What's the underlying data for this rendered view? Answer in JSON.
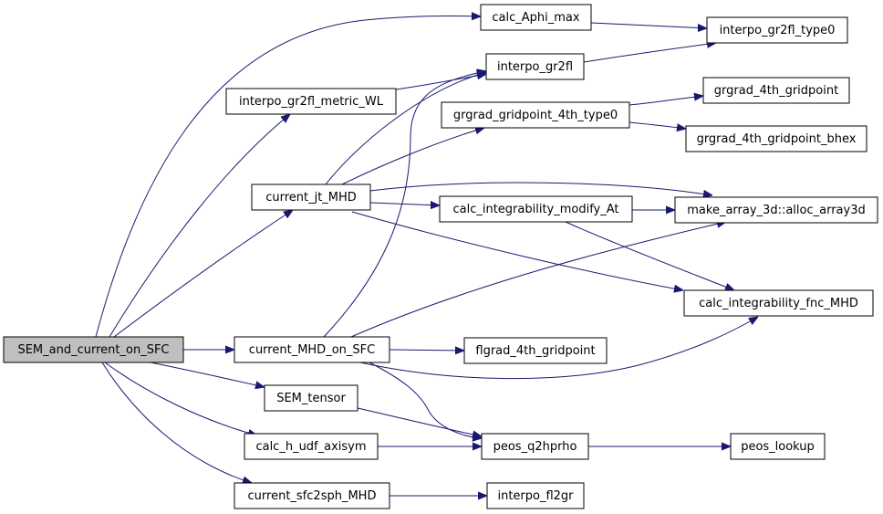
{
  "graph": {
    "nodes": {
      "sem_and_current_on_sfc": "SEM_and_current_on_SFC",
      "calc_aphi_max": "calc_Aphi_max",
      "interpo_gr2fl_type0": "interpo_gr2fl_type0",
      "interpo_gr2fl": "interpo_gr2fl",
      "interpo_gr2fl_metric_wl": "interpo_gr2fl_metric_WL",
      "grgrad_gridpoint_4th_type0": "grgrad_gridpoint_4th_type0",
      "grgrad_4th_gridpoint": "grgrad_4th_gridpoint",
      "grgrad_4th_gridpoint_bhex": "grgrad_4th_gridpoint_bhex",
      "current_jt_mhd": "current_jt_MHD",
      "calc_integrability_modify_at": "calc_integrability_modify_At",
      "make_array_3d_alloc_array3d": "make_array_3d::alloc_array3d",
      "calc_integrability_fnc_mhd": "calc_integrability_fnc_MHD",
      "current_mhd_on_sfc": "current_MHD_on_SFC",
      "flgrad_4th_gridpoint": "flgrad_4th_gridpoint",
      "sem_tensor": "SEM_tensor",
      "calc_h_udf_axisym": "calc_h_udf_axisym",
      "peos_q2hprho": "peos_q2hprho",
      "peos_lookup": "peos_lookup",
      "current_sfc2sph_mhd": "current_sfc2sph_MHD",
      "interpo_fl2gr": "interpo_fl2gr"
    },
    "edges": [
      [
        "sem_and_current_on_sfc",
        "calc_aphi_max"
      ],
      [
        "sem_and_current_on_sfc",
        "interpo_gr2fl_metric_wl"
      ],
      [
        "sem_and_current_on_sfc",
        "current_jt_mhd"
      ],
      [
        "sem_and_current_on_sfc",
        "current_mhd_on_sfc"
      ],
      [
        "sem_and_current_on_sfc",
        "sem_tensor"
      ],
      [
        "sem_and_current_on_sfc",
        "calc_h_udf_axisym"
      ],
      [
        "sem_and_current_on_sfc",
        "current_sfc2sph_mhd"
      ],
      [
        "calc_aphi_max",
        "interpo_gr2fl_type0"
      ],
      [
        "interpo_gr2fl",
        "interpo_gr2fl_type0"
      ],
      [
        "interpo_gr2fl_metric_wl",
        "interpo_gr2fl"
      ],
      [
        "current_jt_mhd",
        "interpo_gr2fl"
      ],
      [
        "current_jt_mhd",
        "grgrad_gridpoint_4th_type0"
      ],
      [
        "current_jt_mhd",
        "calc_integrability_modify_at"
      ],
      [
        "current_jt_mhd",
        "make_array_3d_alloc_array3d"
      ],
      [
        "current_jt_mhd",
        "calc_integrability_fnc_mhd"
      ],
      [
        "grgrad_gridpoint_4th_type0",
        "grgrad_4th_gridpoint"
      ],
      [
        "grgrad_gridpoint_4th_type0",
        "grgrad_4th_gridpoint_bhex"
      ],
      [
        "calc_integrability_modify_at",
        "make_array_3d_alloc_array3d"
      ],
      [
        "calc_integrability_modify_at",
        "calc_integrability_fnc_mhd"
      ],
      [
        "current_mhd_on_sfc",
        "interpo_gr2fl"
      ],
      [
        "current_mhd_on_sfc",
        "make_array_3d_alloc_array3d"
      ],
      [
        "current_mhd_on_sfc",
        "calc_integrability_fnc_mhd"
      ],
      [
        "current_mhd_on_sfc",
        "flgrad_4th_gridpoint"
      ],
      [
        "current_mhd_on_sfc",
        "peos_q2hprho"
      ],
      [
        "sem_tensor",
        "peos_q2hprho"
      ],
      [
        "calc_h_udf_axisym",
        "peos_q2hprho"
      ],
      [
        "peos_q2hprho",
        "peos_lookup"
      ],
      [
        "current_sfc2sph_mhd",
        "interpo_fl2gr"
      ]
    ]
  }
}
